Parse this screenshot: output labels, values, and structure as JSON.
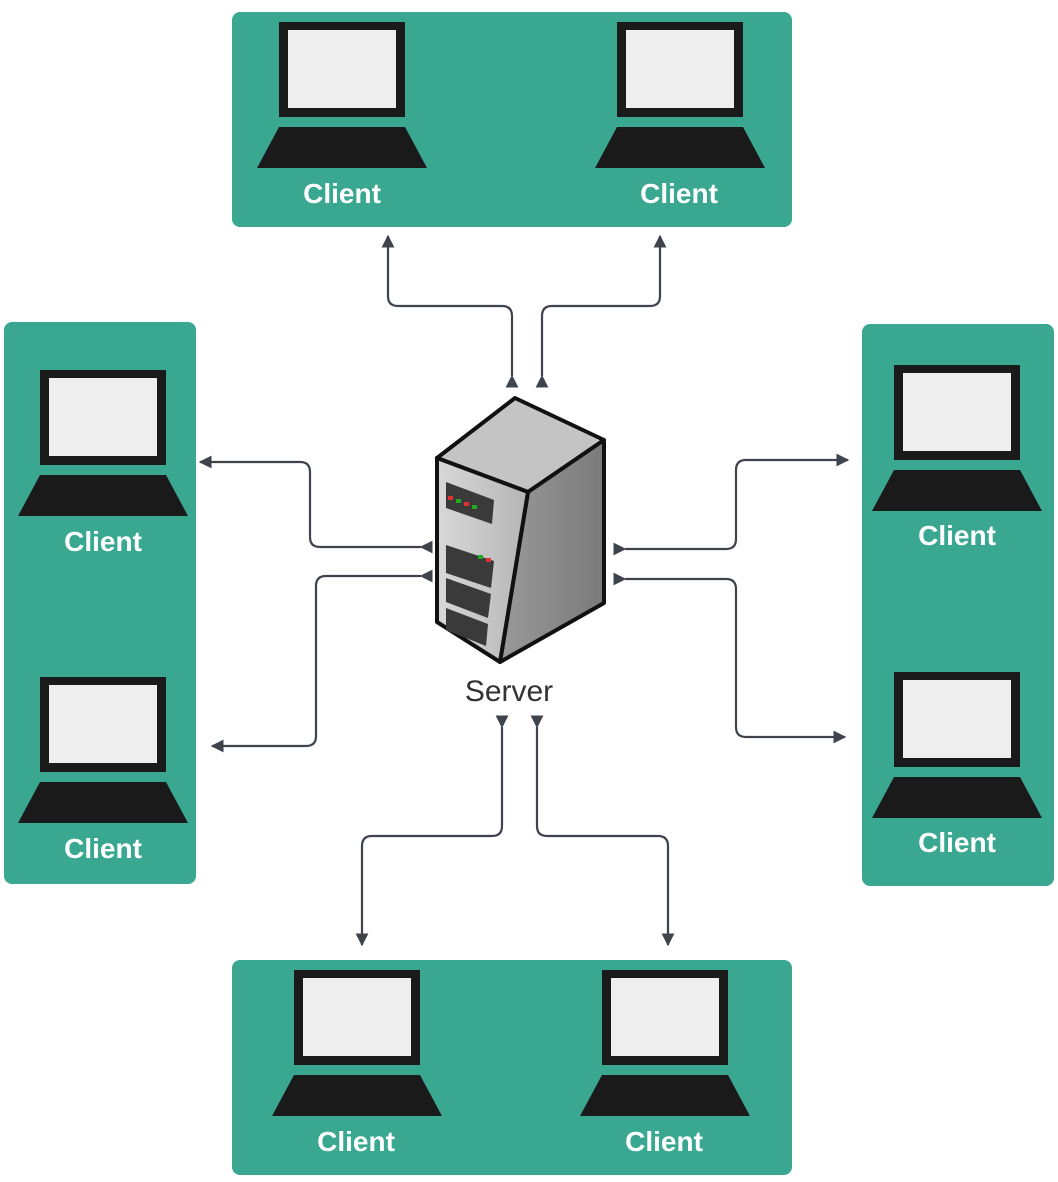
{
  "server": {
    "label": "Server"
  },
  "client_groups": [
    {
      "id": "top",
      "clients": [
        {
          "label": "Client"
        },
        {
          "label": "Client"
        }
      ]
    },
    {
      "id": "left",
      "clients": [
        {
          "label": "Client"
        },
        {
          "label": "Client"
        }
      ]
    },
    {
      "id": "right",
      "clients": [
        {
          "label": "Client"
        },
        {
          "label": "Client"
        }
      ]
    },
    {
      "id": "bottom",
      "clients": [
        {
          "label": "Client"
        },
        {
          "label": "Client"
        }
      ]
    }
  ],
  "colors": {
    "panel": "#3aa891",
    "arrow": "#3e434c",
    "screen": "#eeeeee",
    "laptop_frame": "#1a1a1a"
  },
  "icons": {
    "client": "laptop-icon",
    "server": "server-tower-icon"
  }
}
